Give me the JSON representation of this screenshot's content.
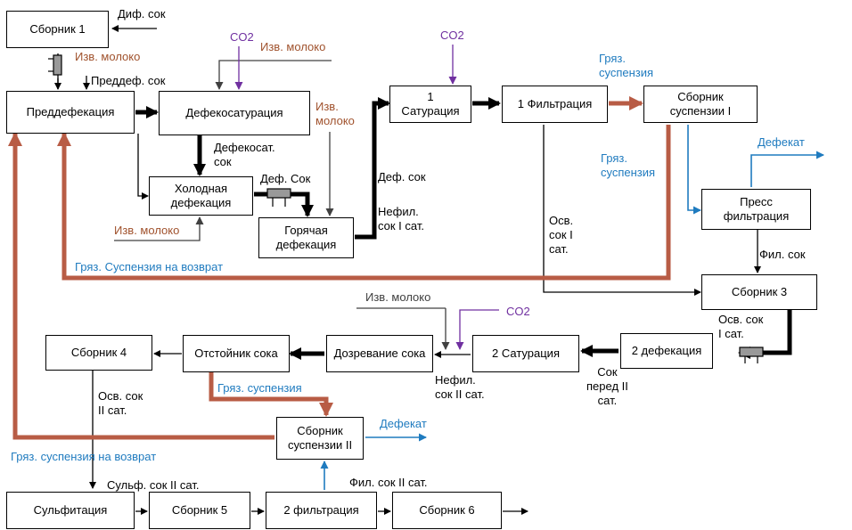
{
  "nodes": {
    "sbornik1": "Сборник 1",
    "predefekaciya": "Преддефекация",
    "defekosaturaciya": "Дефекосатурация",
    "holodnaya": "Холодная\nдефекация",
    "goryachaya": "Горячая\nдефекация",
    "saturaciya1": "1\nСатурация",
    "filtraciya1": "1 Фильтрация",
    "sbornik_susp1": "Сборник\nсуспензии I",
    "press": "Пресс\nфильтрация",
    "sbornik3": "Сборник 3",
    "defekaciya2": "2 дефекация",
    "saturaciya2": "2 Сатурация",
    "dozrevanie": "Дозревание сока",
    "otstoinik": "Отстойник сока",
    "sbornik4": "Сборник 4",
    "sbornik_susp2": "Сборник\nсуспензии II",
    "sulfitaciya": "Сульфитация",
    "sbornik5": "Сборник 5",
    "filtraciya2": "2 фильтрация",
    "sbornik6": "Сборник 6"
  },
  "labels": {
    "dif_sok": "Диф. сок",
    "izv_moloko_1": "Изв. молоко",
    "predef_sok": "Преддеф. сок",
    "co2_1": "CO2",
    "izv_moloko_2": "Изв. молоко",
    "izv_moloko_3": "Изв.\nмолоко",
    "defekosat_sok": "Дефекосат.\nсок",
    "def_sok_1": "Деф. Сок",
    "izv_moloko_4": "Изв. молоко",
    "def_sok_2": "Деф. сок",
    "nefil_sok_1": "Нефил.\nсок I сат.",
    "co2_2": "CO2",
    "gryaz_susp_1": "Гряз.\nсуспензия",
    "gryaz_susp_2": "Гряз.\nсуспензия",
    "defekat_1": "Дефекат",
    "osv_sok_1": "Осв.\nсок I\nсат.",
    "fil_sok": "Фил. сок",
    "gryaz_vozvrat_1": "Гряз. Суспензия на возврат",
    "izv_moloko_5": "Изв. молоко",
    "co2_3": "CO2",
    "osv_sok_2": "Осв. сок\nI сат.",
    "sok_pered": "Сок\nперед II\nсат.",
    "nefil_sok_2": "Нефил.\nсок II сат.",
    "gryaz_susp_3": "Гряз. суспензия",
    "osv_sok_3": "Осв. сок\nII сат.",
    "defekat_2": "Дефекат",
    "gryaz_vozvrat_2": "Гряз. суспензия на возврат",
    "sulf_sok": "Сульф. сок II сат.",
    "fil_sok_2": "Фил. сок II сат."
  },
  "colors": {
    "brown": "#b85c45",
    "blue": "#1f7bbf",
    "purple": "#7030a0",
    "gray": "#404040",
    "black": "#000000"
  }
}
